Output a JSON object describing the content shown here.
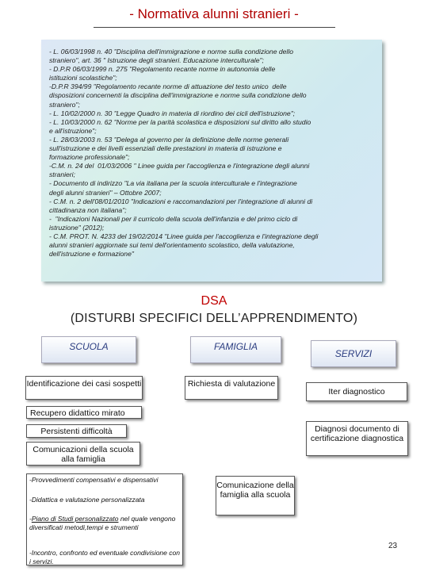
{
  "header": {
    "title": "- Normativa alunni stranieri -"
  },
  "normativa": {
    "lines": [
      "- L. 06/03/1998 n. 40 \"Disciplina dell'immigrazione e norme sulla condizione dello",
      "straniero\", art. 36 \" Istruzione degli stranieri. Educazione interculturale\";",
      "- D.P.R 06/03/1999 n. 275 \"Regolamento recante norme in autonomia delle",
      "istituzioni scolastiche\";",
      "-D.P.R 394/99 \"Regolamento recante norme di attuazione del testo unico  delle",
      "disposizioni concernenti la disciplina dell'immigrazione e norme sulla condizione dello",
      "straniero\";",
      "- L. 10/02/2000 n. 30 \"Legge Quadro in materia di riordino dei cicli dell'istruzione\";",
      "- L. 10/03/2000 n. 62 \"Norme per la parità scolastica e disposizioni sul diritto allo studio",
      "e all'istruzione\";",
      "- L. 28/03/2003 n. 53 \"Delega al governo per la definizione delle norme generali",
      "sull'istruzione e dei livelli essenziali delle prestazioni in materia di istruzione e",
      "formazione professionale\";",
      "-C.M. n. 24 del  01/03/2006 \" Linee guida per l'accoglienza e l'integrazione degli alunni",
      "stranieri;",
      "- Documento di indirizzo \"La via italiana per la scuola interculturale e l'integrazione",
      "degli alunni stranieri\" – Ottobre 2007;",
      "- C.M. n. 2 dell'08/01/2010 \"Indicazioni e raccomandazioni per l'integrazione di alunni di",
      "cittadinanza non italiana\";",
      "-  \"Indicazioni Nazionali per il curricolo della scuola dell'infanzia e del primo ciclo di",
      "istruzione\" (2012);",
      "- C.M. PROT. N. 4233 del 19/02/2014 \"Linee guida per l'accoglienza e l'integrazione degli",
      "alunni stranieri aggiornate sui temi dell'orientamento scolastico, della valutazione,",
      "dell'istruzione e formazione\""
    ]
  },
  "dsa": {
    "title_line1": "DSA",
    "title_line2": "(DISTURBI SPECIFICI DELL’APPRENDIMENTO)"
  },
  "columns": {
    "scuola": "SCUOLA",
    "famiglia": "FAMIGLIA",
    "servizi": "SERVIZI"
  },
  "flow": {
    "identificazione": "Identificazione dei casi sospetti",
    "richiesta": "Richiesta di valutazione",
    "iter": "Iter diagnostico",
    "recupero": "Recupero didattico mirato",
    "persistenti": "Persistenti difficoltà",
    "diagnosi": "Diagnosi documento di certificazione diagnostica",
    "comunicazioni_scuola": "Comunicazioni della scuola alla famiglia",
    "comunicazione_famiglia": "Comunicazione della famiglia alla scuola",
    "provvedimenti": "-Provvedimenti compensativi e dispensativi",
    "didattica": "-Didattica e valutazione personalizzata",
    "piano_prefix": "-",
    "piano_underlined": "Piano di Studi personalizzato",
    "piano_rest": " nel quale vengono diversificati metodi,tempi e strumenti",
    "incontro": "-Incontro, confronto ed eventuale condivisione con i servizi."
  },
  "footer": {
    "page_number": "23"
  },
  "colors": {
    "title_red": "#b00000",
    "dsa_red": "#c00000",
    "column_label_blue": "#2b3d80"
  }
}
